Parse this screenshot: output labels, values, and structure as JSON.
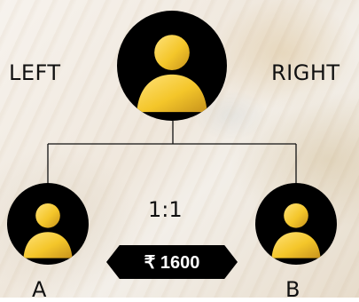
{
  "labels": {
    "left": "LEFT",
    "right": "RIGHT",
    "a": "A",
    "b": "B"
  },
  "ratio": "1:1",
  "price": "₹ 1600",
  "icons": {
    "top": "user-avatar-icon",
    "a": "user-avatar-icon",
    "b": "user-avatar-icon"
  },
  "colors": {
    "avatar_bg": "#000000",
    "gold": "#f2c62a",
    "pill_bg": "#000000",
    "pill_text": "#ffffff"
  }
}
